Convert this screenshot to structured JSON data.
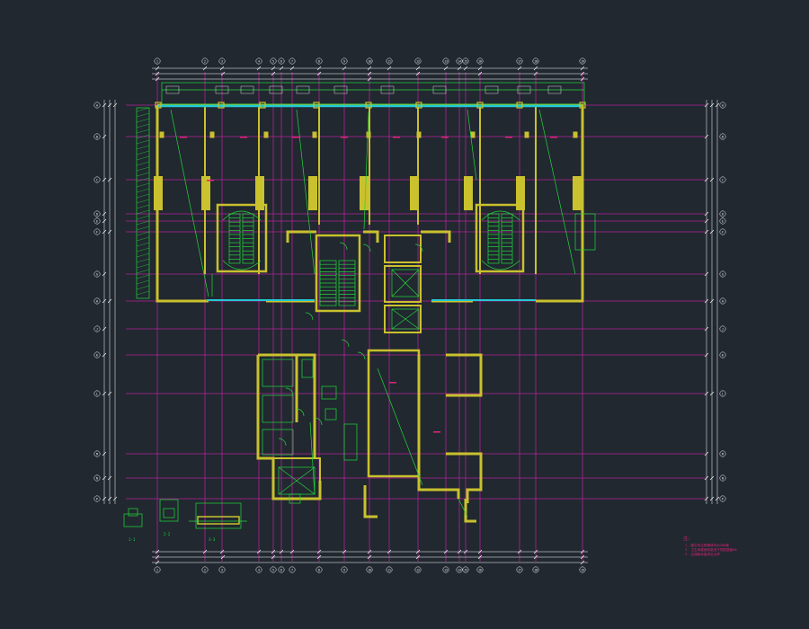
{
  "colors": {
    "background": "#212830",
    "grid": "#b6209a",
    "wall": "#c9c12e",
    "detail": "#22d83a",
    "glazing": "#22c9d6",
    "dim": "#ffffff",
    "note": "#e0247a"
  },
  "grid_labels": {
    "top": [
      "1",
      "2",
      "3",
      "4",
      "5",
      "6",
      "7",
      "8",
      "9",
      "10",
      "11",
      "12",
      "13",
      "14",
      "15",
      "16",
      "17",
      "18",
      "19",
      "20",
      "21"
    ],
    "bottom": [
      "1",
      "2",
      "3",
      "4",
      "5",
      "6",
      "7",
      "8",
      "9",
      "10",
      "11",
      "12",
      "13",
      "14",
      "15",
      "16",
      "17",
      "18",
      "19",
      "20",
      "21"
    ],
    "left": [
      "A",
      "B",
      "C",
      "D",
      "E",
      "F",
      "G",
      "H",
      "J",
      "K",
      "L",
      "M",
      "N",
      "P"
    ],
    "right": [
      "A",
      "B",
      "C",
      "D",
      "E",
      "F",
      "G",
      "H",
      "J",
      "K",
      "L",
      "M",
      "N",
      "P"
    ]
  },
  "notes": {
    "header": "注:",
    "lines": [
      "1. 图中未注明墙体均为200厚",
      "2. 卫生间楼面标高低于同层楼面50",
      "3. 空调板标高详见大样"
    ]
  },
  "legend": {
    "detail_a": "1-1",
    "detail_b": "2-2",
    "detail_c": "3-3"
  }
}
